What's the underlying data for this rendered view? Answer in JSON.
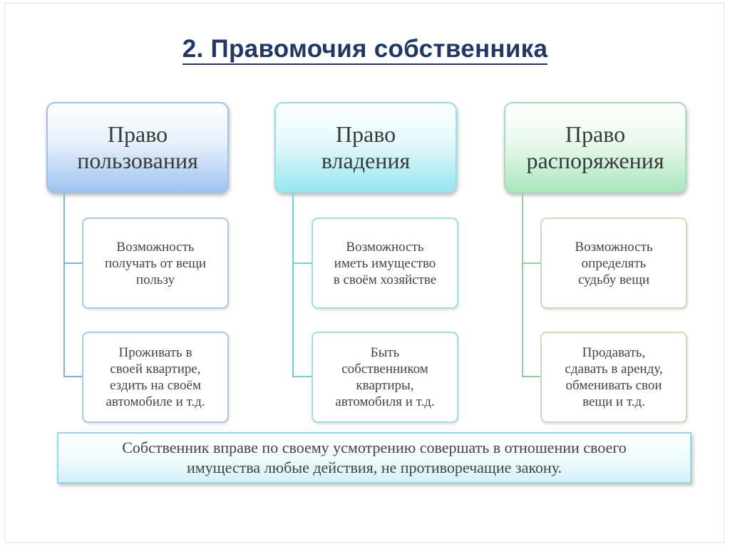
{
  "title": "2. Правомочия собственника",
  "columns": [
    {
      "heading": [
        "Право",
        "пользования"
      ],
      "cards": [
        [
          "Возможность",
          "получать от вещи",
          "пользу"
        ],
        [
          "Проживать в",
          "своей квартире,",
          "ездить на своём",
          "автомобиле и т.д."
        ]
      ]
    },
    {
      "heading": [
        "Право",
        "владения"
      ],
      "cards": [
        [
          "Возможность",
          "иметь имущество",
          "в своём хозяйстве"
        ],
        [
          "Быть",
          "собственником",
          "квартиры,",
          "автомобиля и т.д."
        ]
      ]
    },
    {
      "heading": [
        "Право",
        "распоряжения"
      ],
      "cards": [
        [
          "Возможность",
          "определять",
          "судьбу вещи"
        ],
        [
          "Продавать,",
          "сдавать в аренду,",
          "обменивать свои",
          "вещи и т.д."
        ]
      ]
    }
  ],
  "note": [
    "Собственник вправе по своему усмотрению совершать в отношении своего",
    "имущества любые действия, не противоречащие закону."
  ],
  "colors": {
    "title": "#1f3864",
    "connector_1": "#7fb0de",
    "connector_2": "#73cdd9",
    "connector_3": "#8fcfa0"
  }
}
